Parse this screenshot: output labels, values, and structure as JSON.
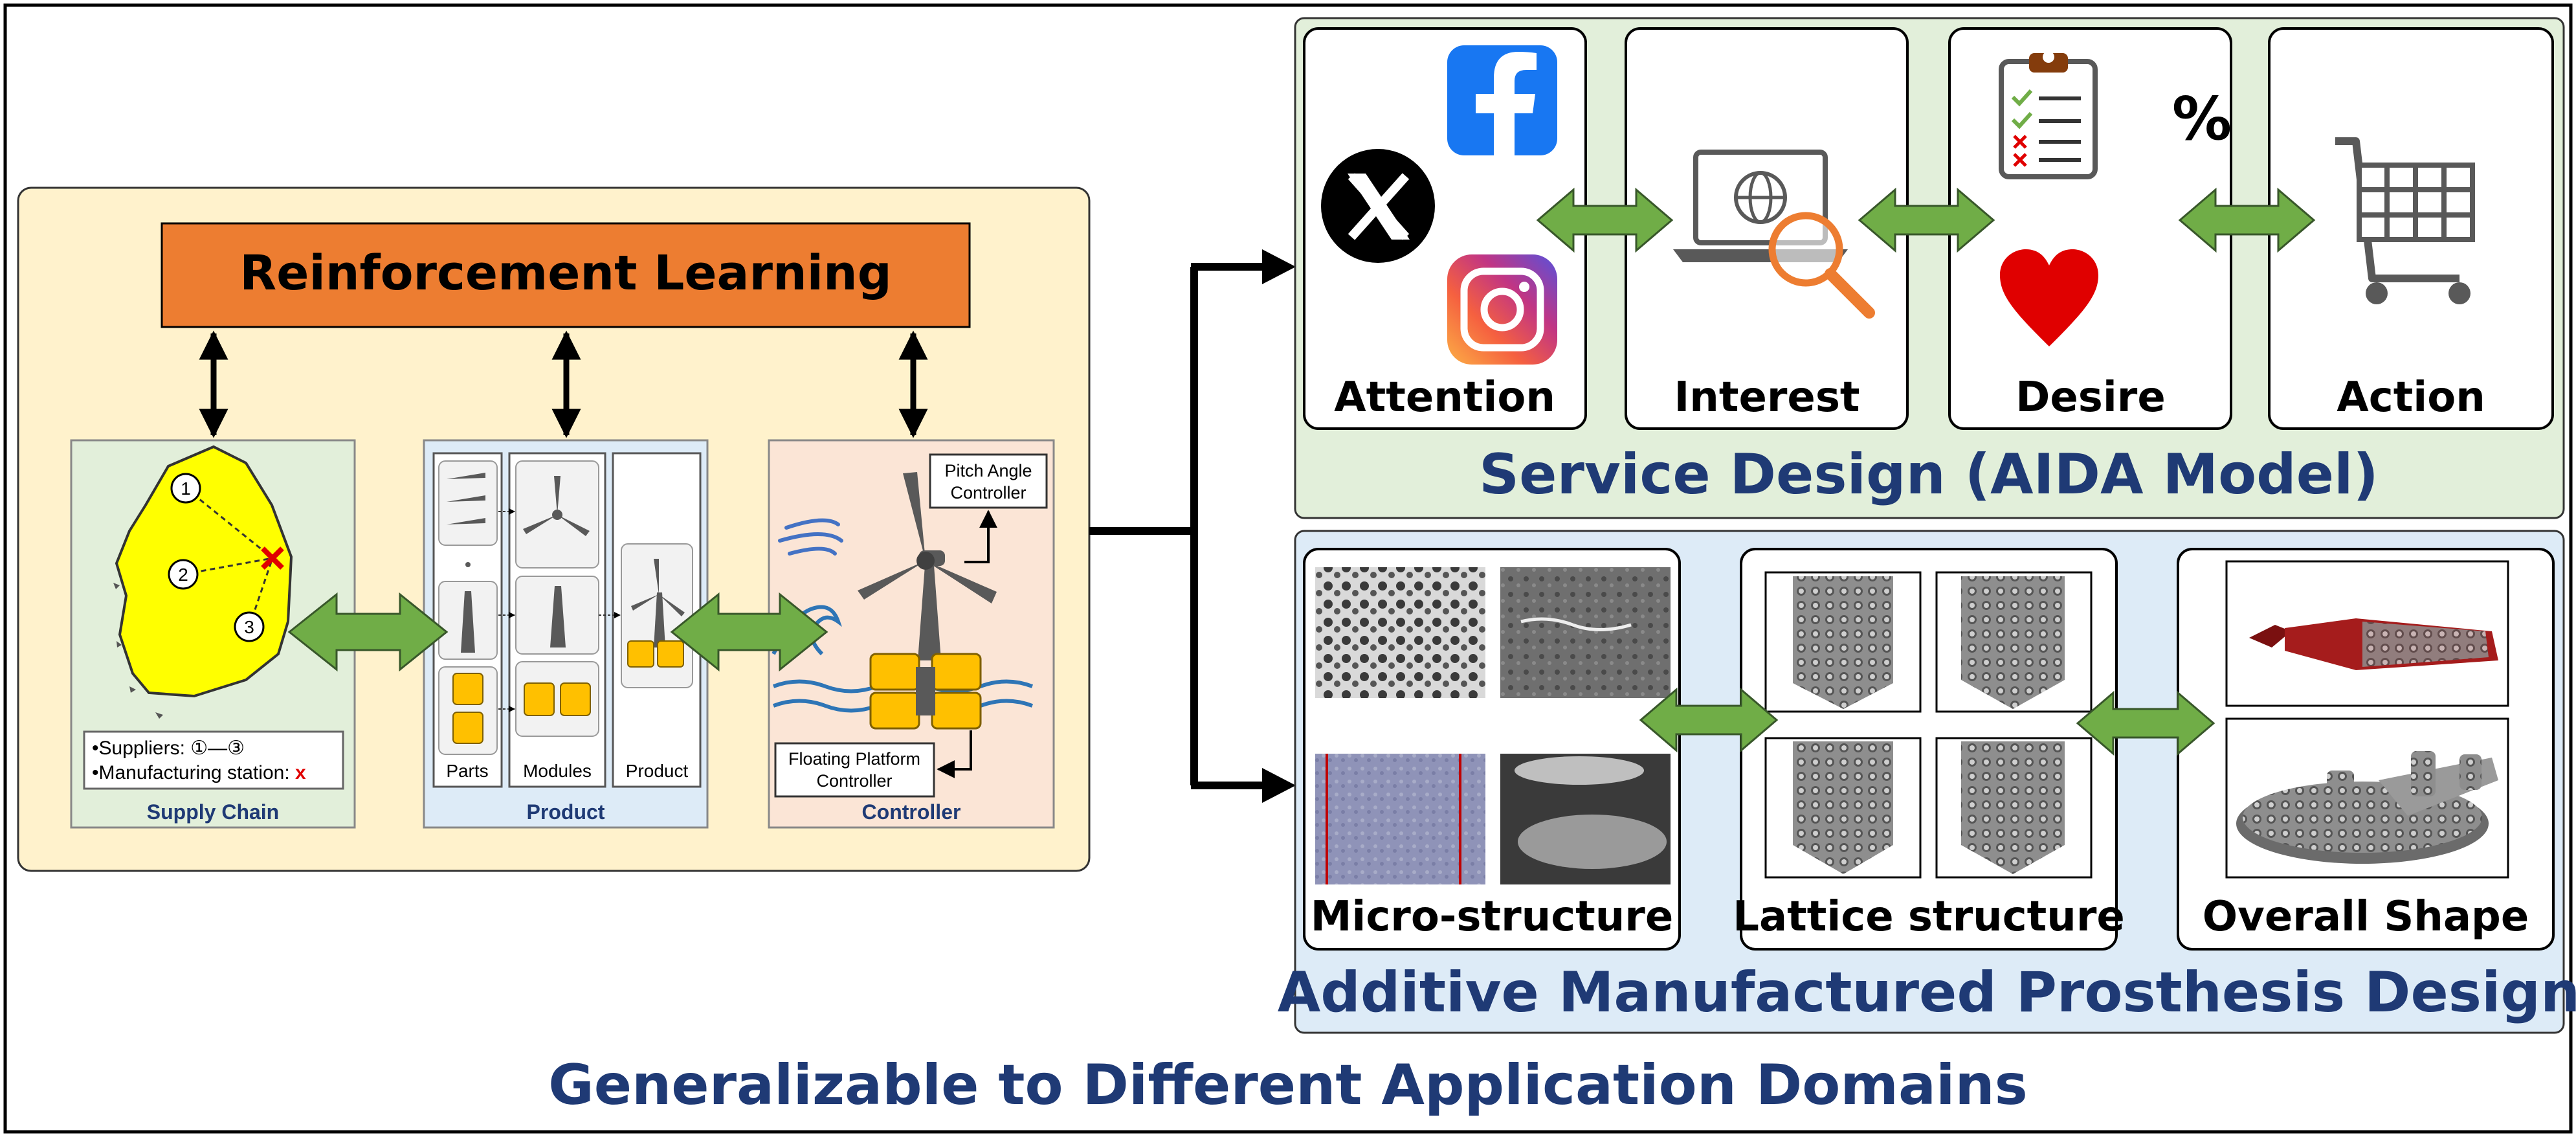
{
  "rl": {
    "title": "Reinforcement Learning"
  },
  "supply_chain": {
    "label": "Supply Chain",
    "legend_line1": "•Suppliers: ①—③",
    "legend_line2": "•Manufacturing station: ",
    "legend_mark": "x",
    "suppliers": [
      "1",
      "2",
      "3"
    ]
  },
  "product": {
    "label": "Product",
    "col_parts": "Parts",
    "col_modules": "Modules",
    "col_product": "Product"
  },
  "controller": {
    "label": "Controller",
    "pitch_line1": "Pitch Angle",
    "pitch_line2": "Controller",
    "float_line1": "Floating Platform",
    "float_line2": "Controller"
  },
  "service": {
    "title": "Service Design (AIDA Model)",
    "stages": [
      "Attention",
      "Interest",
      "Desire",
      "Action"
    ],
    "percent": "%"
  },
  "prosthesis": {
    "title": "Additive Manufactured Prosthesis Design",
    "stages": [
      "Micro-structure",
      "Lattice structure",
      "Overall Shape"
    ]
  },
  "footer": {
    "title": "Generalizable to Different Application Domains"
  },
  "colors": {
    "rl_box": "#ED7D31",
    "left_panel": "#FFF2CC",
    "supply_bg": "#E2EFDA",
    "product_bg": "#DDEBF7",
    "controller_bg": "#FBE5D6",
    "service_bg": "#E2EFDA",
    "prosthesis_bg": "#DDEBF7",
    "green_arrow": "#70AD47",
    "title_blue": "#1F3A75",
    "korea_yellow": "#FFFF00",
    "float_yellow": "#FFC000"
  }
}
